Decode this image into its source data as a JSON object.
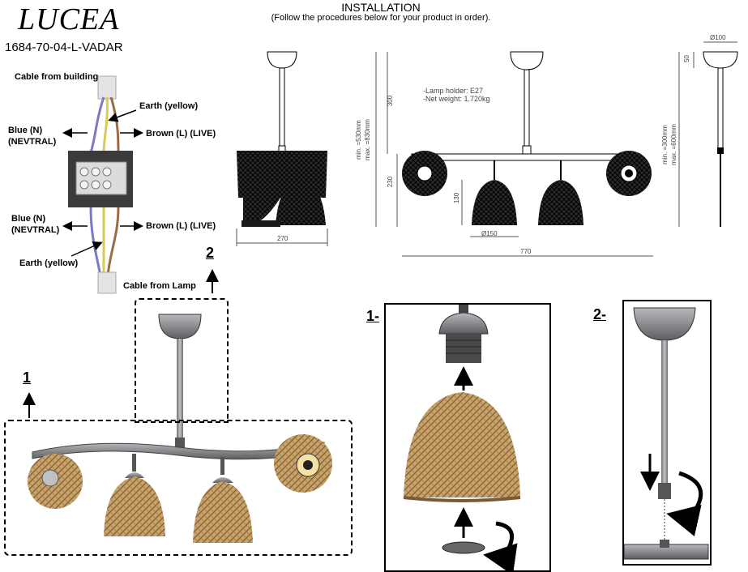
{
  "header": {
    "brand": "LUCEA",
    "product_code": "1684-70-04-L-VADAR",
    "title": "INSTALLATION",
    "subtitle": "(Follow the procedures below for your product in order)."
  },
  "wiring": {
    "cable_from_building": "Cable from building",
    "earth_top": "Earth (yellow)",
    "blue_top": "Blue (N)\n(NEVTRAL)",
    "brown_top": "Brown (L) (LIVE)",
    "blue_bottom": "Blue (N)\n(NEVTRAL)",
    "brown_bottom": "Brown (L) (LIVE)",
    "earth_bottom": "Earth (yellow)",
    "cable_from_lamp": "Cable from Lamp"
  },
  "drawing": {
    "spec_holder": "-Lamp holder: E27",
    "spec_weight": "-Net weight: 1.720kg",
    "dim_270": "270",
    "dim_770": "770",
    "dim_150": "Ø150",
    "dim_130": "130",
    "dim_230": "230",
    "dim_300": "300",
    "dim_minmax_a": "min. =530mm",
    "dim_minmax_b": "max. =830mm",
    "dim_100": "Ø100",
    "dim_50": "50",
    "dim_side_a": "min. =300mm",
    "dim_side_b": "max. =600mm"
  },
  "steps": {
    "marker_1": "1",
    "marker_2": "2",
    "panel_1": "1-",
    "panel_2": "2-"
  },
  "colors": {
    "rattan": "#b9955f",
    "rattan_dark": "#7a5a35",
    "metal": "#8a8c90",
    "black_shade": "#1a1a1a",
    "wire_blue": "#7f78c9",
    "wire_brown": "#9a6b48",
    "wire_yellow": "#d8cc54"
  }
}
